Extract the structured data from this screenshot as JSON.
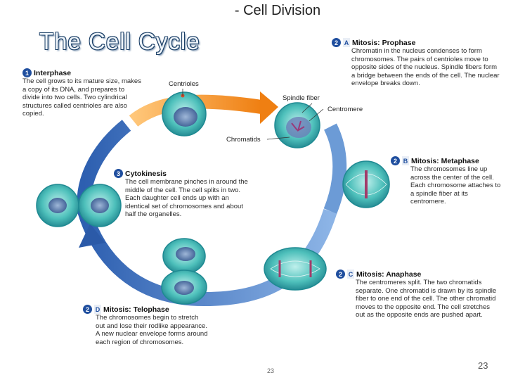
{
  "slide_title": "- Cell Division",
  "cycle_title": "The Cell Cycle",
  "steps": {
    "interphase": {
      "number": "1",
      "heading": "Interphase",
      "text": "The cell grows to its mature size, makes a copy of its DNA, and prepares to divide into two cells. Two cylindrical structures called centrioles are also copied."
    },
    "prophase": {
      "number": "2",
      "letter": "A",
      "heading": "Mitosis: Prophase",
      "text": "Chromatin in the nucleus condenses to form chromosomes. The pairs of centrioles move to opposite sides of the nucleus. Spindle fibers form a bridge between the ends of the cell. The nuclear envelope breaks down."
    },
    "metaphase": {
      "number": "2",
      "letter": "B",
      "heading": "Mitosis: Metaphase",
      "text": "The chromosomes line up across the center of the cell. Each chromosome attaches to a spindle fiber at its centromere."
    },
    "anaphase": {
      "number": "2",
      "letter": "C",
      "heading": "Mitosis: Anaphase",
      "text": "The centromeres split. The two chromatids separate. One chromatid is drawn by its spindle fiber to one end of the cell. The other chromatid moves to the opposite end. The cell stretches out as the opposite ends are pushed apart."
    },
    "telophase": {
      "number": "2",
      "letter": "D",
      "heading": "Mitosis: Telophase",
      "text": "The chromosomes begin to stretch out and lose their rodlike appearance. A new nuclear envelope forms around each region of chromosomes."
    },
    "cytokinesis": {
      "number": "3",
      "heading": "Cytokinesis",
      "text": "The cell membrane pinches in around the middle of the cell. The cell splits in two. Each daughter cell ends up with an identical set of chromosomes and about half the organelles."
    }
  },
  "labels": {
    "centrioles": "Centrioles",
    "spindle_fiber": "Spindle fiber",
    "centromere": "Centromere",
    "chromatids": "Chromatids"
  },
  "page_numbers": {
    "center": "23",
    "right": "23"
  },
  "colors": {
    "arrow_orange": "#f08a1c",
    "arrow_blue": "#2b5aa8",
    "cell_teal": "#3fb4b0",
    "title_fill": "#eef4fa",
    "number_badge": "#1f4e9e"
  }
}
